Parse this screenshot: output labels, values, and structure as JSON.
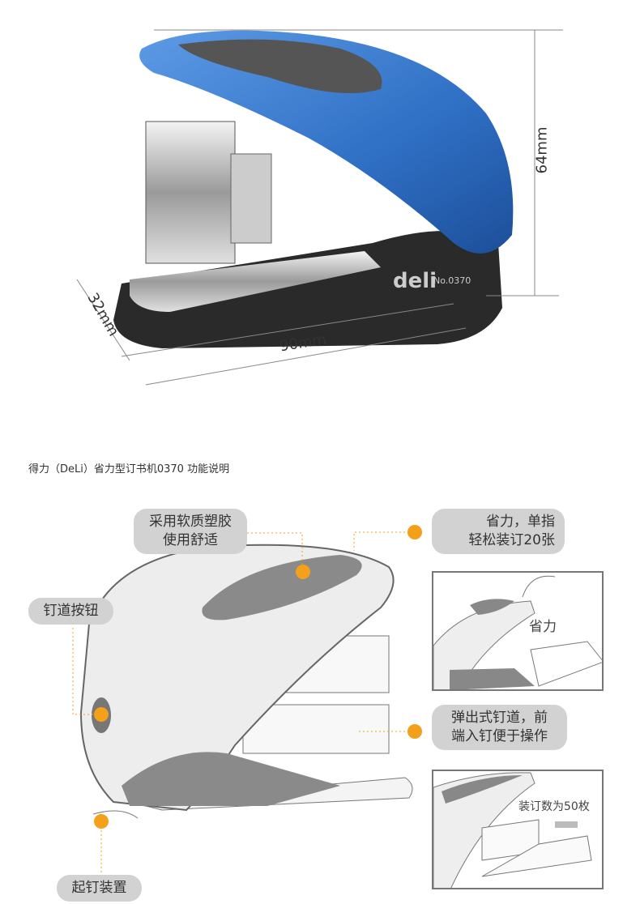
{
  "product_photo": {
    "brand": "deli",
    "model": "No.0370",
    "dimensions": {
      "height": "64mm",
      "length": "90mm",
      "width": "32mm"
    }
  },
  "title": "得力（DeLi）省力型订书机0370 功能说明",
  "features": {
    "soft_grip": [
      "采用软质塑胶",
      "使用舒适"
    ],
    "effortless": [
      "省力，单指",
      "轻松装订20张"
    ],
    "channel_button": "钉道按钮",
    "popup_channel": [
      "弹出式钉道，前",
      "端入钉便于操作"
    ],
    "remover": "起钉装置"
  },
  "insets": {
    "effort_label": "省力",
    "capacity_label": "装订数为50枚"
  },
  "colors": {
    "accent": "#f5a01a",
    "body_blue": "#2f6fc4",
    "bubble": "#d2d2d2"
  }
}
